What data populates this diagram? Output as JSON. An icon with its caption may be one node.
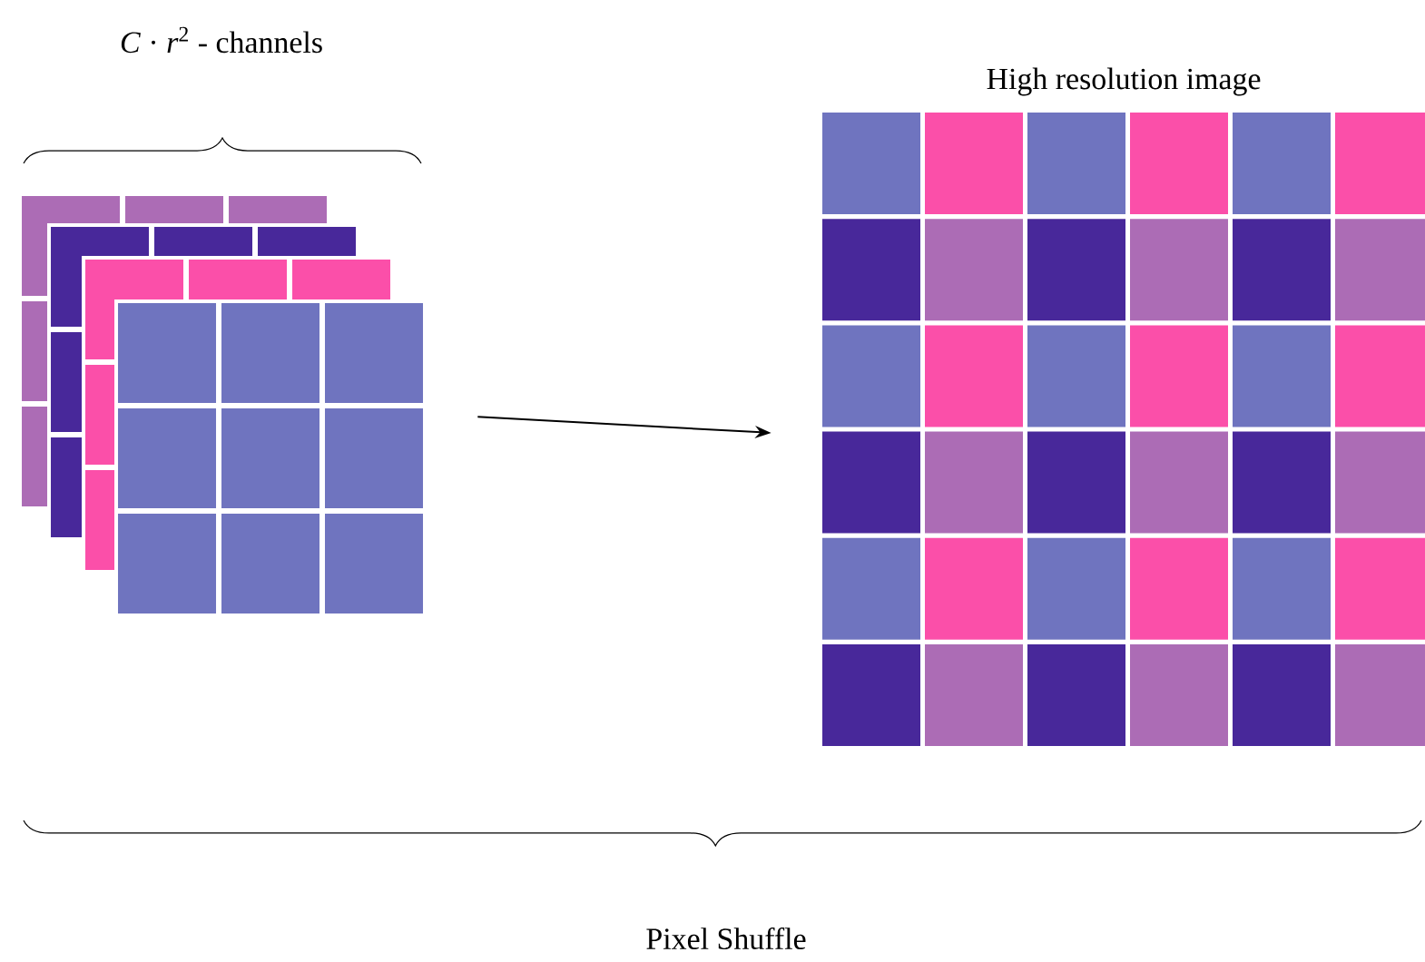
{
  "diagram": {
    "nodes": [
      {
        "text": [
          "*C* · *r*$^{2}$ - channels"
        ]
      },
      {
        "text": [
          "High resolution image"
        ]
      }
    ],
    "edges": [
      {
        "from": 0,
        "to": 1,
        "arrow": "to"
      }
    ],
    "labels": [
      "Pixel Shuffle"
    ]
  }
}
